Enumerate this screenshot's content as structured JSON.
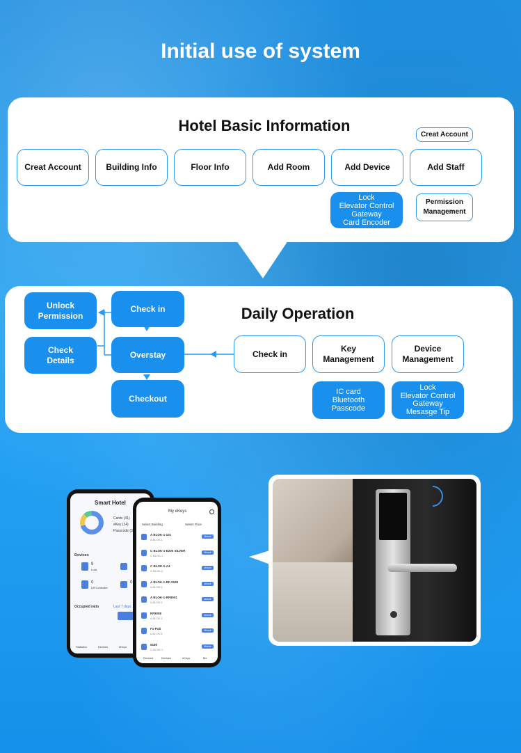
{
  "title": "Initial use of system",
  "hotel_basic": {
    "title": "Hotel Basic Information",
    "steps": [
      "Creat Account",
      "Building Info",
      "Floor Info",
      "Add Room",
      "Add Device",
      "Add Staff"
    ],
    "device_detail": "Lock\nElevator Control\nGateway\nCard Encoder",
    "staff_top": "Creat Account",
    "staff_bottom": "Permission\nManagement"
  },
  "daily": {
    "title": "Daily Operation",
    "check_in_main": "Check in",
    "key_management": "Key\nManagement",
    "device_management": "Device\nManagement",
    "key_detail": "IC card\nBluetooth\nPasscode",
    "device_detail": "Lock\nElevator Control\nGateway\nMesasge Tip",
    "left_check_in": "Check in",
    "overstay": "Overstay",
    "checkout": "Checkout",
    "unlock_permission": "Unlock\nPermission",
    "check_details": "Check\nDetails"
  },
  "phone1": {
    "app_title": "Smart Hotel",
    "legend": [
      "Cards (41)",
      "eKey (14)",
      "Passcode (3)"
    ],
    "devices_label": "Devices",
    "stats": [
      "9",
      "Lock",
      "0",
      "Lift Controller",
      "0"
    ],
    "occupied": "Occupied ratio",
    "last_days": "Last 7 days",
    "tabs": [
      "Statistics",
      "Devices",
      "eKeys"
    ]
  },
  "phone2": {
    "app_title": "My eKeys",
    "select_building": "Select Building",
    "select_floor": "Select Floor",
    "rooms": [
      [
        "A BLOK-1-101",
        "A BLOK-1"
      ],
      [
        "C BLOK-1-E200 SILVER",
        "C BLOK-1"
      ],
      [
        "C BLOK-2-A3",
        "C BLOK-2"
      ],
      [
        "A BLOK-1-RF-5180",
        "A BLOK-1"
      ],
      [
        "A BLOK-1-RF8001",
        "A BLOK-1"
      ],
      [
        "RF8008",
        "A BLOK-1"
      ],
      [
        "F1-Pub",
        "A BLOK-1"
      ],
      [
        "5180",
        "C BLOK-1"
      ]
    ],
    "unlock": "Unlock",
    "tabs": [
      "Devices",
      "Devices",
      "eKeys",
      "Me"
    ]
  },
  "colors": {
    "accent": "#1a90ee",
    "border": "#2a9bf0"
  }
}
